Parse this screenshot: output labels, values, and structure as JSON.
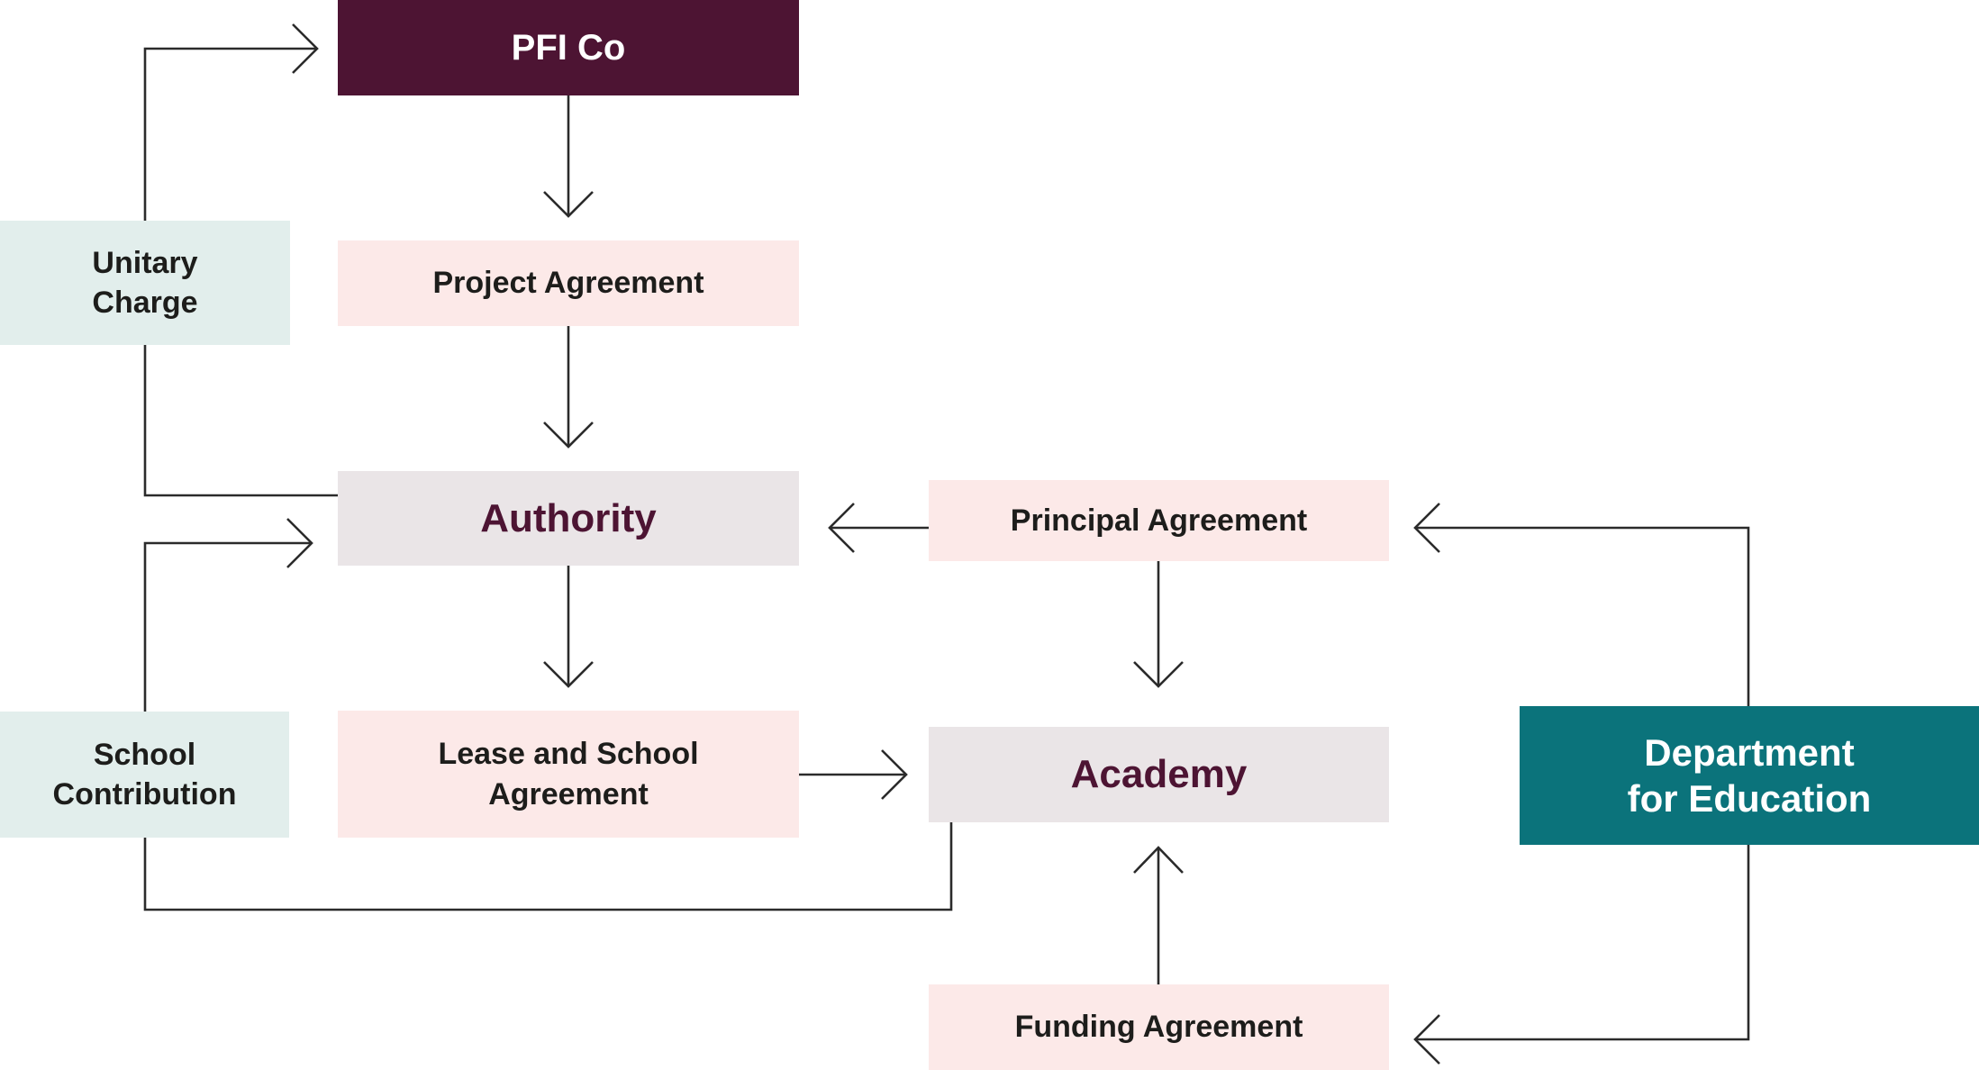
{
  "diagram": {
    "nodes": {
      "pfi_co": {
        "label": "PFI Co"
      },
      "project_agreement": {
        "label": "Project Agreement"
      },
      "authority": {
        "label": "Authority"
      },
      "lease_school_agreement": {
        "label": "Lease and School\nAgreement"
      },
      "principal_agreement": {
        "label": "Principal Agreement"
      },
      "academy": {
        "label": "Academy"
      },
      "funding_agreement": {
        "label": "Funding Agreement"
      },
      "department_for_education": {
        "label": "Department\nfor Education"
      },
      "unitary_charge": {
        "label": "Unitary\nCharge"
      },
      "school_contribution": {
        "label": "School\nContribution"
      }
    },
    "edges": [
      {
        "from": "PFI Co",
        "to": "Project Agreement",
        "arrow": "down"
      },
      {
        "from": "Project Agreement",
        "to": "Authority",
        "arrow": "down"
      },
      {
        "from": "Authority",
        "to": "Lease and School Agreement",
        "arrow": "down"
      },
      {
        "from": "Lease and School Agreement",
        "to": "Academy",
        "arrow": "right"
      },
      {
        "from": "Principal Agreement",
        "to": "Authority",
        "arrow": "left"
      },
      {
        "from": "Principal Agreement",
        "to": "Academy",
        "arrow": "down"
      },
      {
        "from": "Funding Agreement",
        "to": "Academy",
        "arrow": "up"
      },
      {
        "from": "Department for Education",
        "to": "Principal Agreement",
        "arrow": "left"
      },
      {
        "from": "Department for Education",
        "to": "Funding Agreement",
        "arrow": "left"
      },
      {
        "from": "Authority",
        "via": "Unitary Charge",
        "to": "PFI Co",
        "arrow": "right"
      },
      {
        "from": "Academy",
        "via": "School Contribution",
        "to": "Authority",
        "arrow": "right"
      }
    ],
    "colors": {
      "maroon": "#4d1433",
      "pink": "#fce9e8",
      "grey": "#eae5e7",
      "light_cyan": "#e2eeec",
      "teal": "#0b737b",
      "line": "#2b2b2b",
      "text_black": "#1d1d1b",
      "text_white": "#ffffff"
    }
  }
}
